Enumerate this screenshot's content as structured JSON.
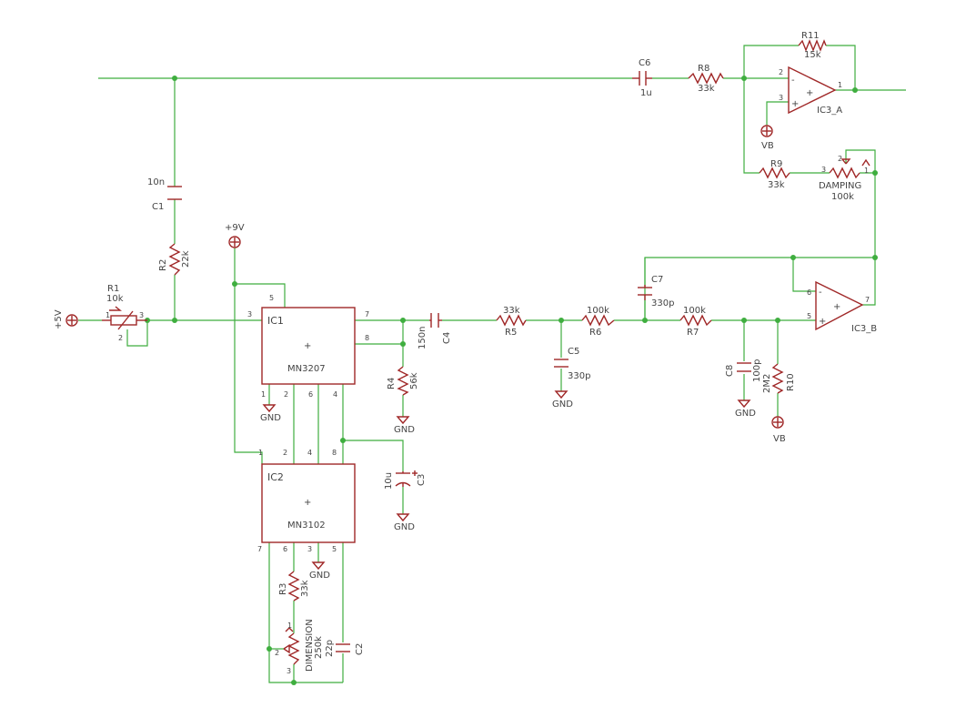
{
  "components": {
    "R1": {
      "ref": "R1",
      "value": "10k"
    },
    "R2": {
      "ref": "R2",
      "value": "22k"
    },
    "R3": {
      "ref": "R3",
      "value": "33k"
    },
    "R4": {
      "ref": "R4",
      "value": "56k"
    },
    "R5": {
      "ref": "R5",
      "value": "33k"
    },
    "R6": {
      "ref": "R6",
      "value": "100k"
    },
    "R7": {
      "ref": "R7",
      "value": "100k"
    },
    "R8": {
      "ref": "R8",
      "value": "33k"
    },
    "R9": {
      "ref": "R9",
      "value": "33k"
    },
    "R10": {
      "ref": "R10",
      "value": "2M2"
    },
    "R11": {
      "ref": "R11",
      "value": "15k"
    },
    "C1": {
      "ref": "C1",
      "value": "10n"
    },
    "C2": {
      "ref": "C2",
      "value": "22p"
    },
    "C3": {
      "ref": "C3",
      "value": "10u"
    },
    "C4": {
      "ref": "C4",
      "value": "150n"
    },
    "C5": {
      "ref": "C5",
      "value": "330p"
    },
    "C6": {
      "ref": "C6",
      "value": "1u"
    },
    "C7": {
      "ref": "C7",
      "value": "330p"
    },
    "C8": {
      "ref": "C8",
      "value": "100p"
    },
    "IC1": {
      "ref": "IC1",
      "value": "MN3207"
    },
    "IC2": {
      "ref": "IC2",
      "value": "MN3102"
    },
    "IC3A": {
      "ref": "IC3_A"
    },
    "IC3B": {
      "ref": "IC3_B"
    },
    "DAMPING": {
      "ref": "DAMPING",
      "value": "100k"
    },
    "DIMENSION": {
      "ref": "DIMENSION",
      "value": "250k"
    }
  },
  "nets": {
    "plus5v": "+5V",
    "plus9v": "+9V",
    "gnd": "GND",
    "vb": "VB"
  },
  "pins": {
    "p1": "1",
    "p2": "2",
    "p3": "3",
    "p4": "4",
    "p5": "5",
    "p6": "6",
    "p7": "7",
    "p8": "8"
  },
  "opamp_signs": {
    "plus": "+",
    "minus": "-"
  },
  "colors": {
    "wire": "#3fae3f",
    "component": "#a02828",
    "text": "#444444"
  }
}
